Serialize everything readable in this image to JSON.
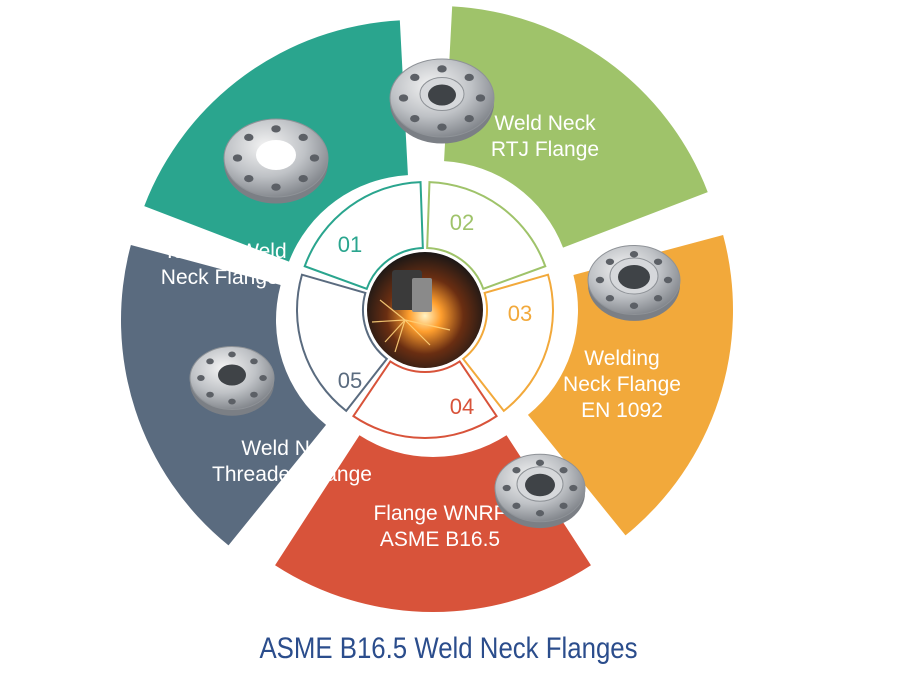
{
  "segments": [
    {
      "number": "01",
      "lines": [
        "Table E Weld",
        "Neck Flanges"
      ],
      "color": "#2aa58e",
      "icon": "slip-on-flange-icon"
    },
    {
      "number": "02",
      "lines": [
        "Weld Neck",
        "RTJ  Flange"
      ],
      "color": "#9fc36a",
      "icon": "rtj-flange-icon"
    },
    {
      "number": "03",
      "lines": [
        "Welding",
        "Neck Flange",
        "EN 1092"
      ],
      "color": "#f2a93b",
      "icon": "weld-neck-flange-icon"
    },
    {
      "number": "04",
      "lines": [
        "Flange WNRF",
        "ASME B16.5"
      ],
      "color": "#d8533a",
      "icon": "wnrf-flange-icon"
    },
    {
      "number": "05",
      "lines": [
        "Weld Neck",
        "Threaded Flange"
      ],
      "color": "#5a6b7f",
      "icon": "threaded-flange-icon"
    }
  ],
  "center_icon": "welding-sparks-icon",
  "caption": "ASME B16.5 Weld Neck Flanges"
}
